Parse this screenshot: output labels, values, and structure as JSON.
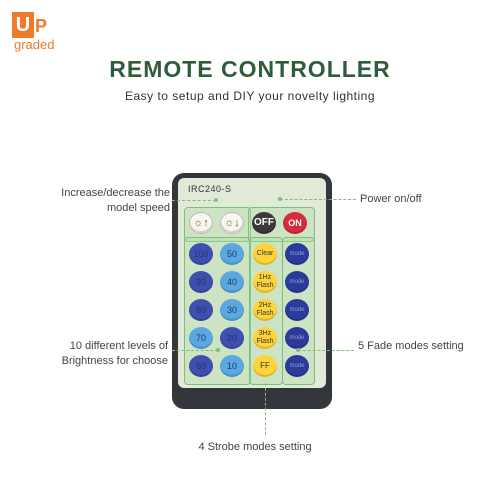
{
  "logo": {
    "box_letter": "U",
    "letter": "P",
    "sub": "graded"
  },
  "title": "REMOTE CONTROLLER",
  "subtitle": "Easy to setup and DIY your novelty lighting",
  "remote": {
    "model": "IRC240-S",
    "speed_buttons": [
      "☼↑",
      "☼↓"
    ],
    "power_buttons": [
      "OFF",
      "ON"
    ],
    "brightness_levels": [
      "100",
      "50",
      "90",
      "40",
      "80",
      "30",
      "70",
      "20",
      "60",
      "10"
    ],
    "strobe_buttons": [
      "Clear",
      "1Hz Flash",
      "2Hz Flash",
      "3Hz Flash",
      "FF"
    ],
    "fade_buttons": [
      "mode",
      "mode",
      "mode",
      "mode",
      "mode"
    ]
  },
  "annotations": {
    "speed": "Increase/decrease the model speed",
    "power": "Power on/off",
    "brightness": "10 different levels of Brightness for choose",
    "fade": "5 Fade modes setting",
    "strobe": "4 Strobe modes setting"
  },
  "colors": {
    "title": "#2f5d3a",
    "accent": "#f07a2c",
    "outline": "#7cbf7c",
    "on_button": "#d62b3a",
    "strobe_button": "#ffd43a"
  }
}
